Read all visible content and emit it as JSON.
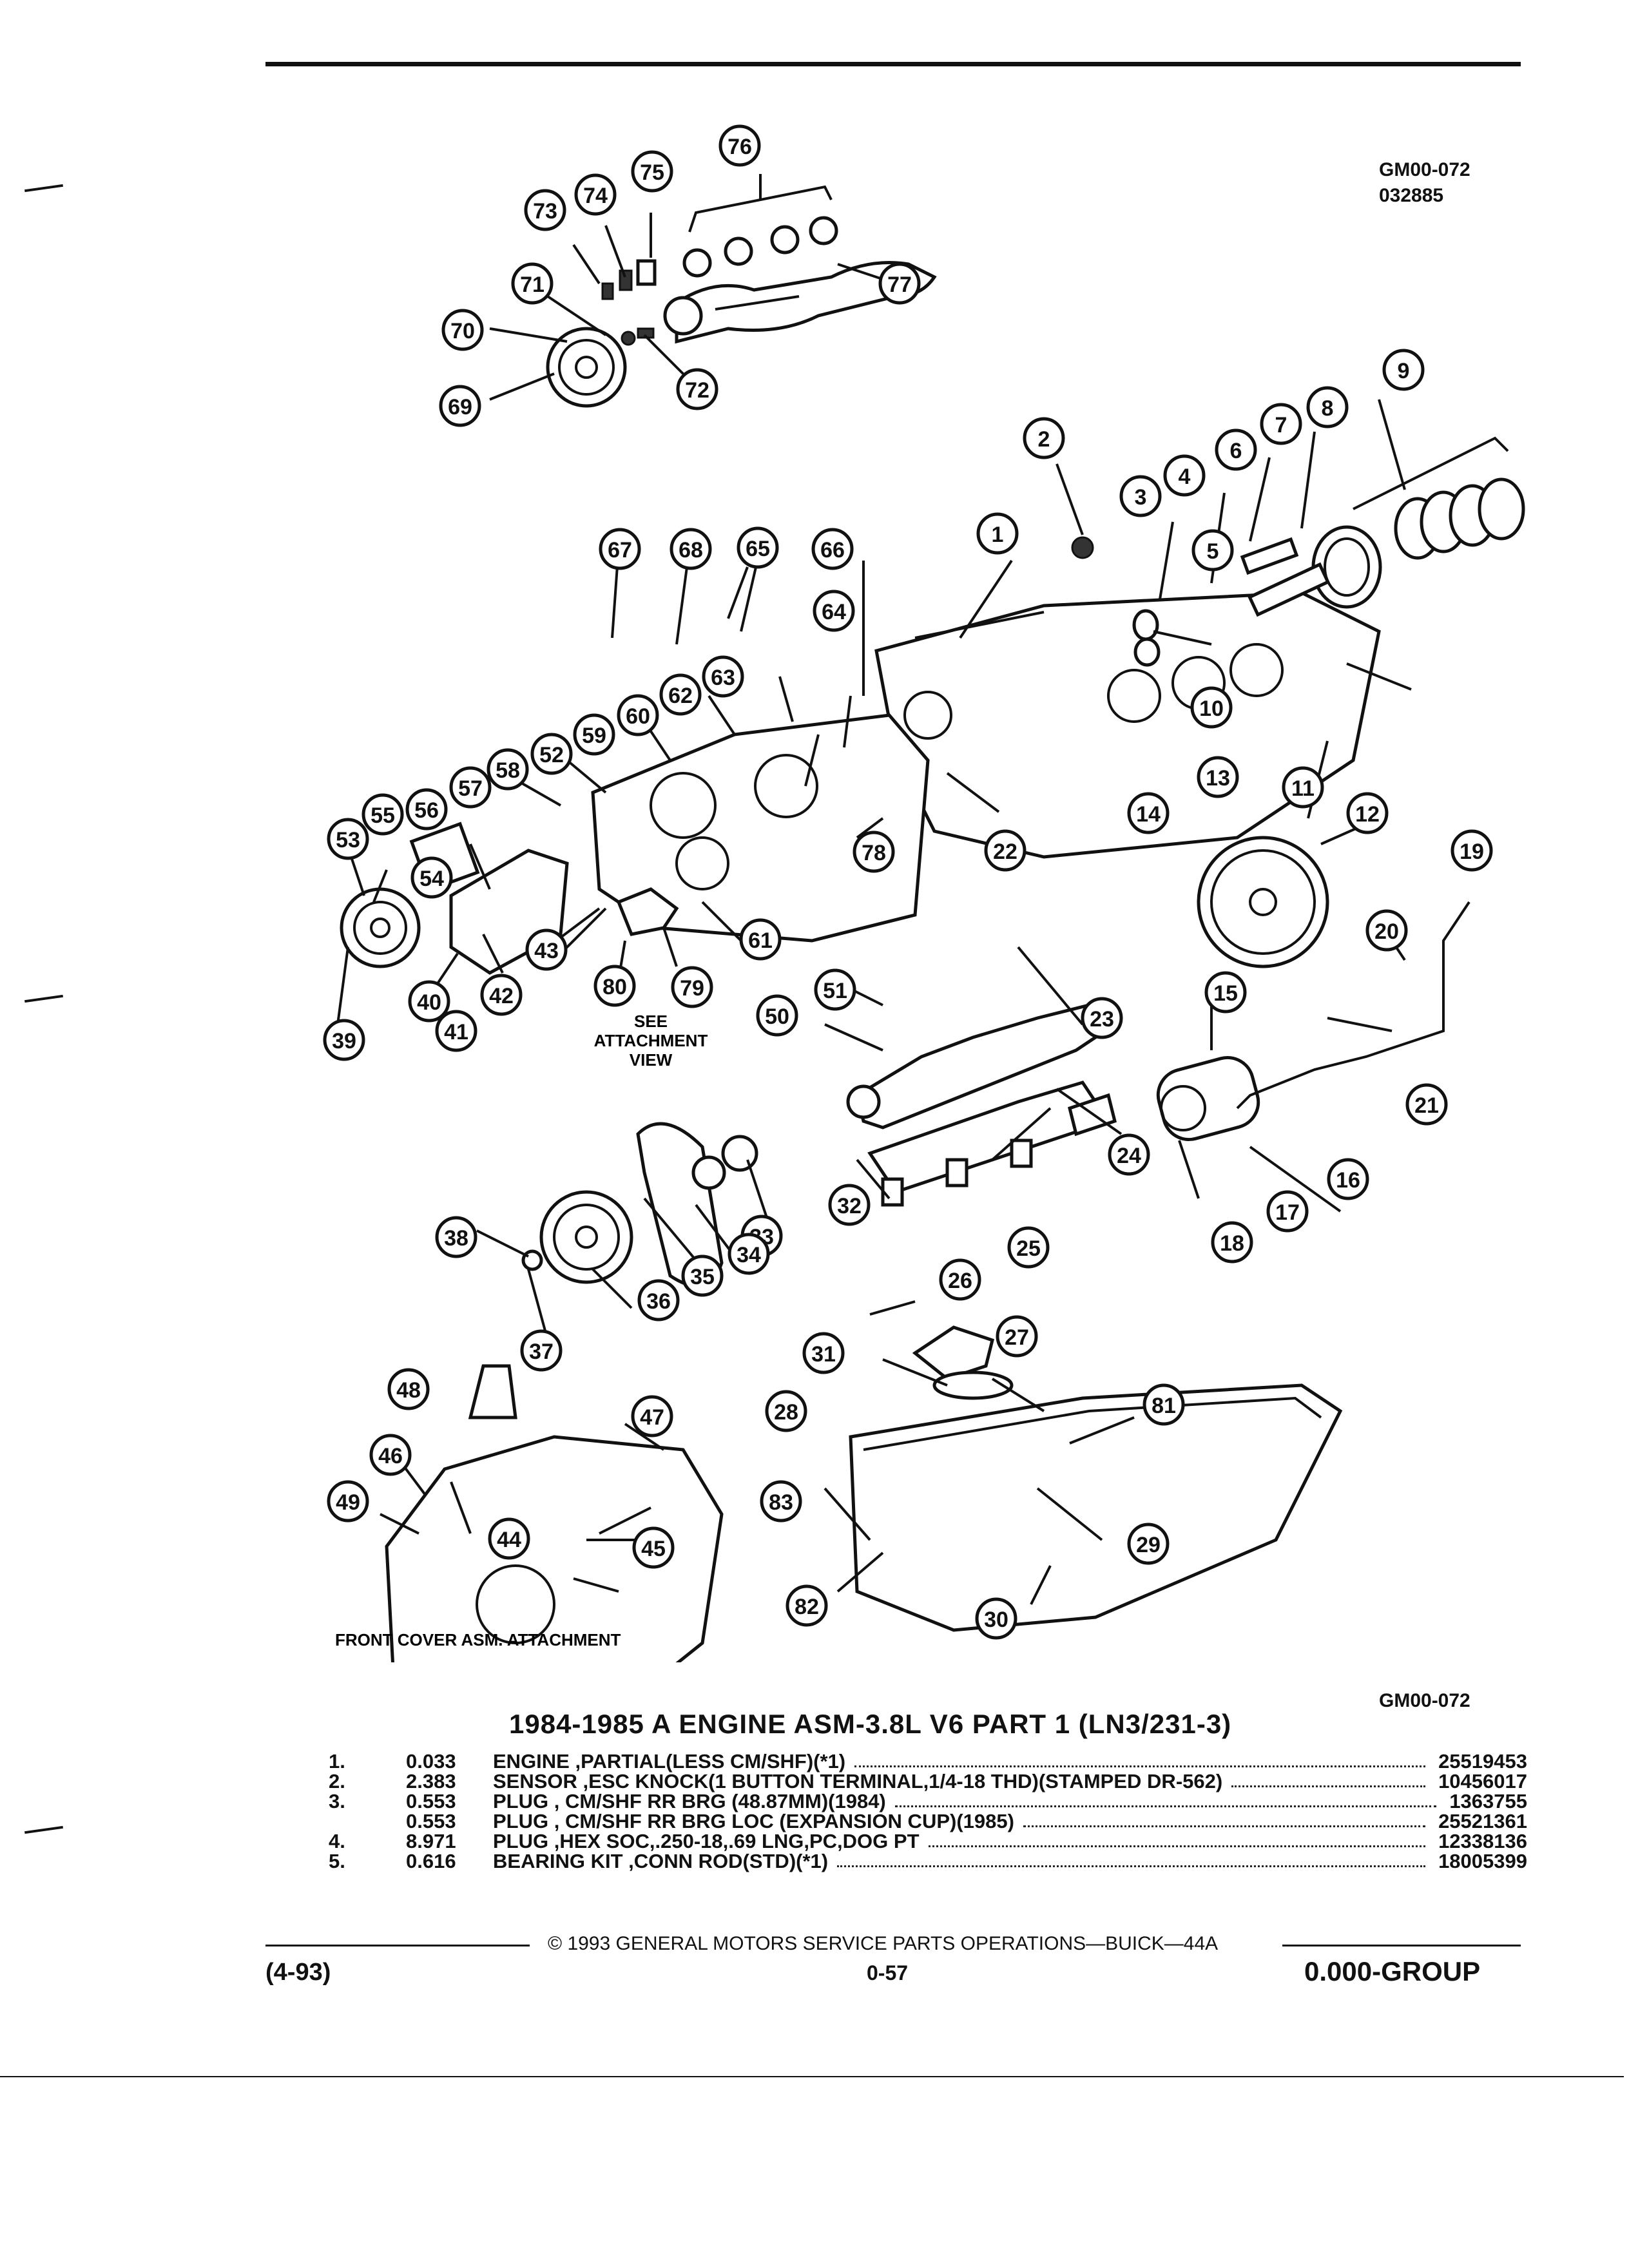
{
  "header": {
    "code_top": "GM00-072",
    "date_code": "032885"
  },
  "diagram": {
    "callouts": [
      "1",
      "2",
      "3",
      "4",
      "5",
      "6",
      "7",
      "8",
      "9",
      "10",
      "11",
      "12",
      "13",
      "14",
      "15",
      "16",
      "17",
      "18",
      "19",
      "20",
      "21",
      "22",
      "23",
      "24",
      "25",
      "26",
      "27",
      "28",
      "29",
      "30",
      "31",
      "32",
      "33",
      "34",
      "35",
      "36",
      "37",
      "38",
      "39",
      "40",
      "41",
      "42",
      "43",
      "44",
      "45",
      "46",
      "47",
      "48",
      "49",
      "50",
      "51",
      "52",
      "53",
      "54",
      "55",
      "56",
      "57",
      "58",
      "59",
      "60",
      "61",
      "62",
      "63",
      "64",
      "65",
      "66",
      "67",
      "68",
      "69",
      "70",
      "71",
      "72",
      "73",
      "74",
      "75",
      "76",
      "77",
      "78",
      "79",
      "80",
      "81",
      "82",
      "83"
    ],
    "see_attachment_label": [
      "SEE",
      "ATTACHMENT",
      "VIEW"
    ],
    "front_cover_caption": "FRONT COVER ASM. ATTACHMENT"
  },
  "code_bottom": "GM00-072",
  "parts_title": "1984-1985 A ENGINE ASM-3.8L V6 PART 1 (LN3/231-3)",
  "parts": [
    {
      "num": "1.",
      "code": "0.033",
      "desc": "ENGINE ,PARTIAL(LESS CM/SHF)(*1)",
      "part_no": "25519453"
    },
    {
      "num": "2.",
      "code": "2.383",
      "desc": "SENSOR ,ESC KNOCK(1 BUTTON TERMINAL,1/4-18 THD)(STAMPED DR-562)",
      "part_no": "10456017"
    },
    {
      "num": "3.",
      "code": "0.553",
      "desc": "PLUG , CM/SHF RR BRG (48.87MM)(1984)",
      "part_no": "1363755"
    },
    {
      "num": "",
      "code": "0.553",
      "desc": "PLUG , CM/SHF RR BRG LOC (EXPANSION CUP)(1985)",
      "part_no": "25521361"
    },
    {
      "num": "4.",
      "code": "8.971",
      "desc": "PLUG ,HEX SOC,.250-18,.69 LNG,PC,DOG PT",
      "part_no": "12338136"
    },
    {
      "num": "5.",
      "code": "0.616",
      "desc": "BEARING KIT ,CONN ROD(STD)(*1)",
      "part_no": "18005399"
    }
  ],
  "footer": {
    "copyright": "© 1993 GENERAL MOTORS SERVICE PARTS OPERATIONS—BUICK—44A",
    "left": "(4-93)",
    "page": "0-57",
    "group": "0.000-GROUP"
  }
}
